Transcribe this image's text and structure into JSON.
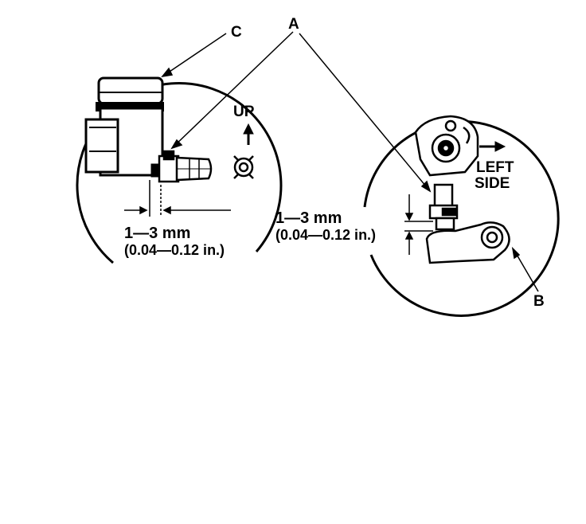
{
  "callouts": {
    "a": "A",
    "b": "B",
    "c": "C"
  },
  "left_view": {
    "direction_label": "UP",
    "clearance_mm": "1—3 mm",
    "clearance_in": "(0.04—0.12 in.)"
  },
  "right_view": {
    "side_label_1": "LEFT",
    "side_label_2": "SIDE",
    "clearance_mm": "1—3 mm",
    "clearance_in": "(0.04—0.12 in.)"
  }
}
